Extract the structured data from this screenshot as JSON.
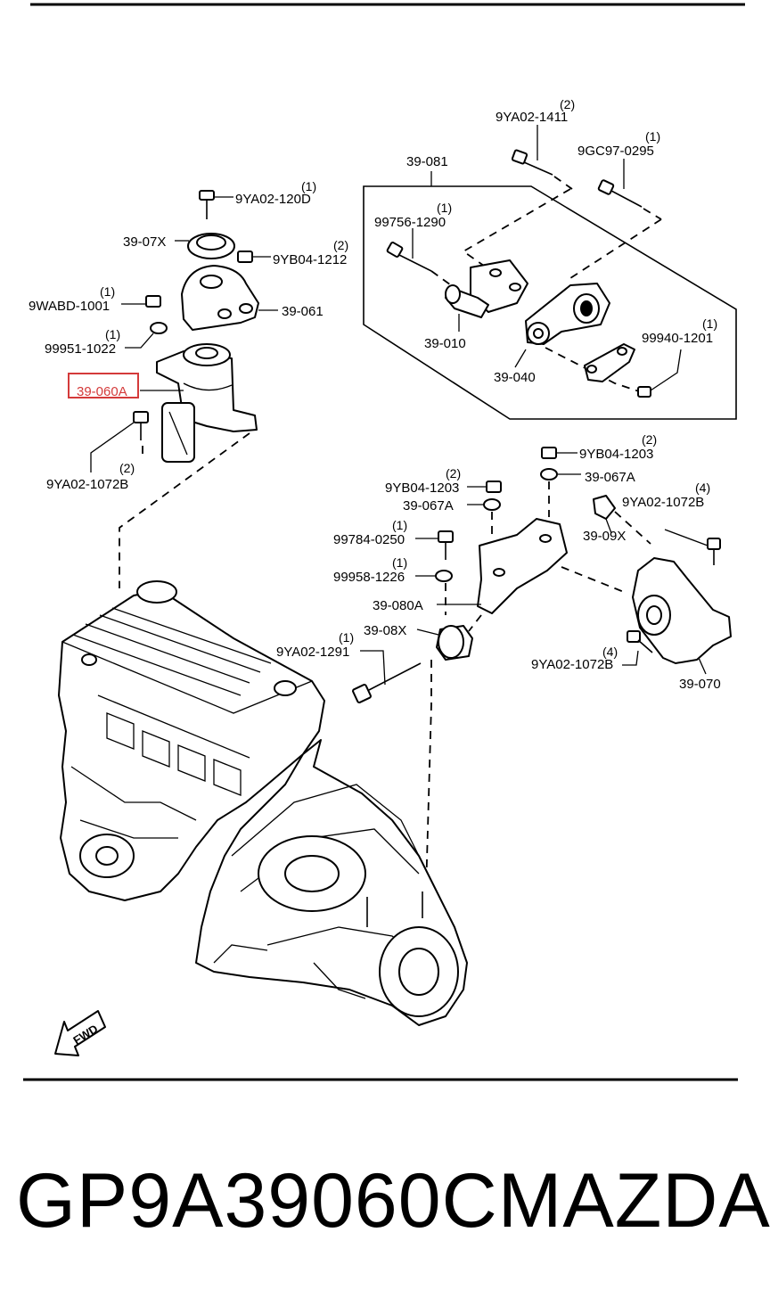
{
  "colors": {
    "line": "#000000",
    "highlight": "#d43a3a",
    "background": "#ffffff"
  },
  "labels": [
    {
      "id": "9YA02-1411",
      "text": "9YA02-1411",
      "qty": "(2)"
    },
    {
      "id": "9GC97-0295",
      "text": "9GC97-0295",
      "qty": "(1)"
    },
    {
      "id": "39-081",
      "text": "39-081",
      "qty": ""
    },
    {
      "id": "9YA02-120D",
      "text": "9YA02-120D",
      "qty": "(1)"
    },
    {
      "id": "99756-1290",
      "text": "99756-1290",
      "qty": "(1)"
    },
    {
      "id": "39-07X",
      "text": "39-07X",
      "qty": ""
    },
    {
      "id": "9YB04-1212",
      "text": "9YB04-1212",
      "qty": "(2)"
    },
    {
      "id": "9WABD-1001",
      "text": "9WABD-1001",
      "qty": "(1)"
    },
    {
      "id": "39-061",
      "text": "39-061",
      "qty": ""
    },
    {
      "id": "99951-1022",
      "text": "99951-1022",
      "qty": "(1)"
    },
    {
      "id": "39-010",
      "text": "39-010",
      "qty": ""
    },
    {
      "id": "99940-1201",
      "text": "99940-1201",
      "qty": "(1)"
    },
    {
      "id": "39-060A",
      "text": "39-060A",
      "qty": "",
      "highlighted": true
    },
    {
      "id": "39-040",
      "text": "39-040",
      "qty": ""
    },
    {
      "id": "9YA02-1072B-left",
      "text": "9YA02-1072B",
      "qty": "(2)"
    },
    {
      "id": "9YB04-1203-top",
      "text": "9YB04-1203",
      "qty": "(2)"
    },
    {
      "id": "39-067A-top",
      "text": "39-067A",
      "qty": ""
    },
    {
      "id": "9YB04-1203-mid",
      "text": "9YB04-1203",
      "qty": "(2)"
    },
    {
      "id": "9YA02-1072B-right",
      "text": "9YA02-1072B",
      "qty": "(4)"
    },
    {
      "id": "39-067A-mid",
      "text": "39-067A",
      "qty": ""
    },
    {
      "id": "99784-0250",
      "text": "99784-0250",
      "qty": "(1)"
    },
    {
      "id": "39-09X",
      "text": "39-09X",
      "qty": ""
    },
    {
      "id": "99958-1226",
      "text": "99958-1226",
      "qty": "(1)"
    },
    {
      "id": "39-080A",
      "text": "39-080A",
      "qty": ""
    },
    {
      "id": "39-08X",
      "text": "39-08X",
      "qty": ""
    },
    {
      "id": "9YA02-1291",
      "text": "9YA02-1291",
      "qty": "(1)"
    },
    {
      "id": "9YA02-1072B-bottom",
      "text": "9YA02-1072B",
      "qty": "(4)"
    },
    {
      "id": "39-070",
      "text": "39-070",
      "qty": ""
    }
  ],
  "fwd_label": "FWD",
  "footer": {
    "part_number": "GP9A39060C",
    "brand": "MAZDA"
  }
}
